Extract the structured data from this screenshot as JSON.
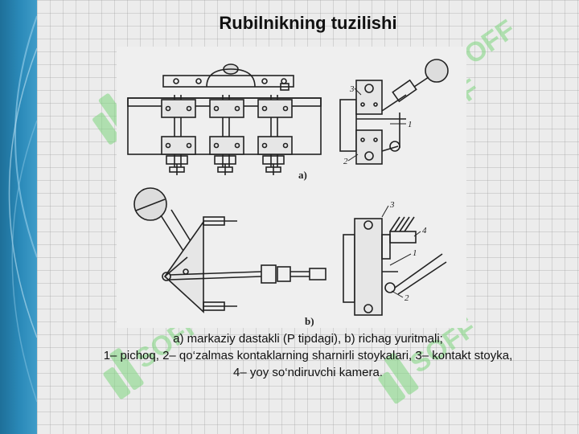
{
  "slide": {
    "title": "Rubilnikning tuzilishi",
    "caption": {
      "line1": "a) markaziy dastakli (P tipdagi), b) richag yuritmali;",
      "line2": "1– pichoq, 2– qo‘zalmas kontaklarning sharnirli stoykalari, 3– kontakt stoyka,",
      "line3": "4– yoy so‘ndiruvchi kamera."
    },
    "figure": {
      "label_a": "a)",
      "label_b": "b)",
      "parts_a": [
        "3",
        "1",
        "2"
      ],
      "parts_b": [
        "3",
        "4",
        "1",
        "2"
      ]
    },
    "watermark": {
      "text": "SOFF",
      "color": "#7fd67f"
    },
    "colors": {
      "band": "#2b8ab9",
      "ink": "#222222"
    }
  }
}
